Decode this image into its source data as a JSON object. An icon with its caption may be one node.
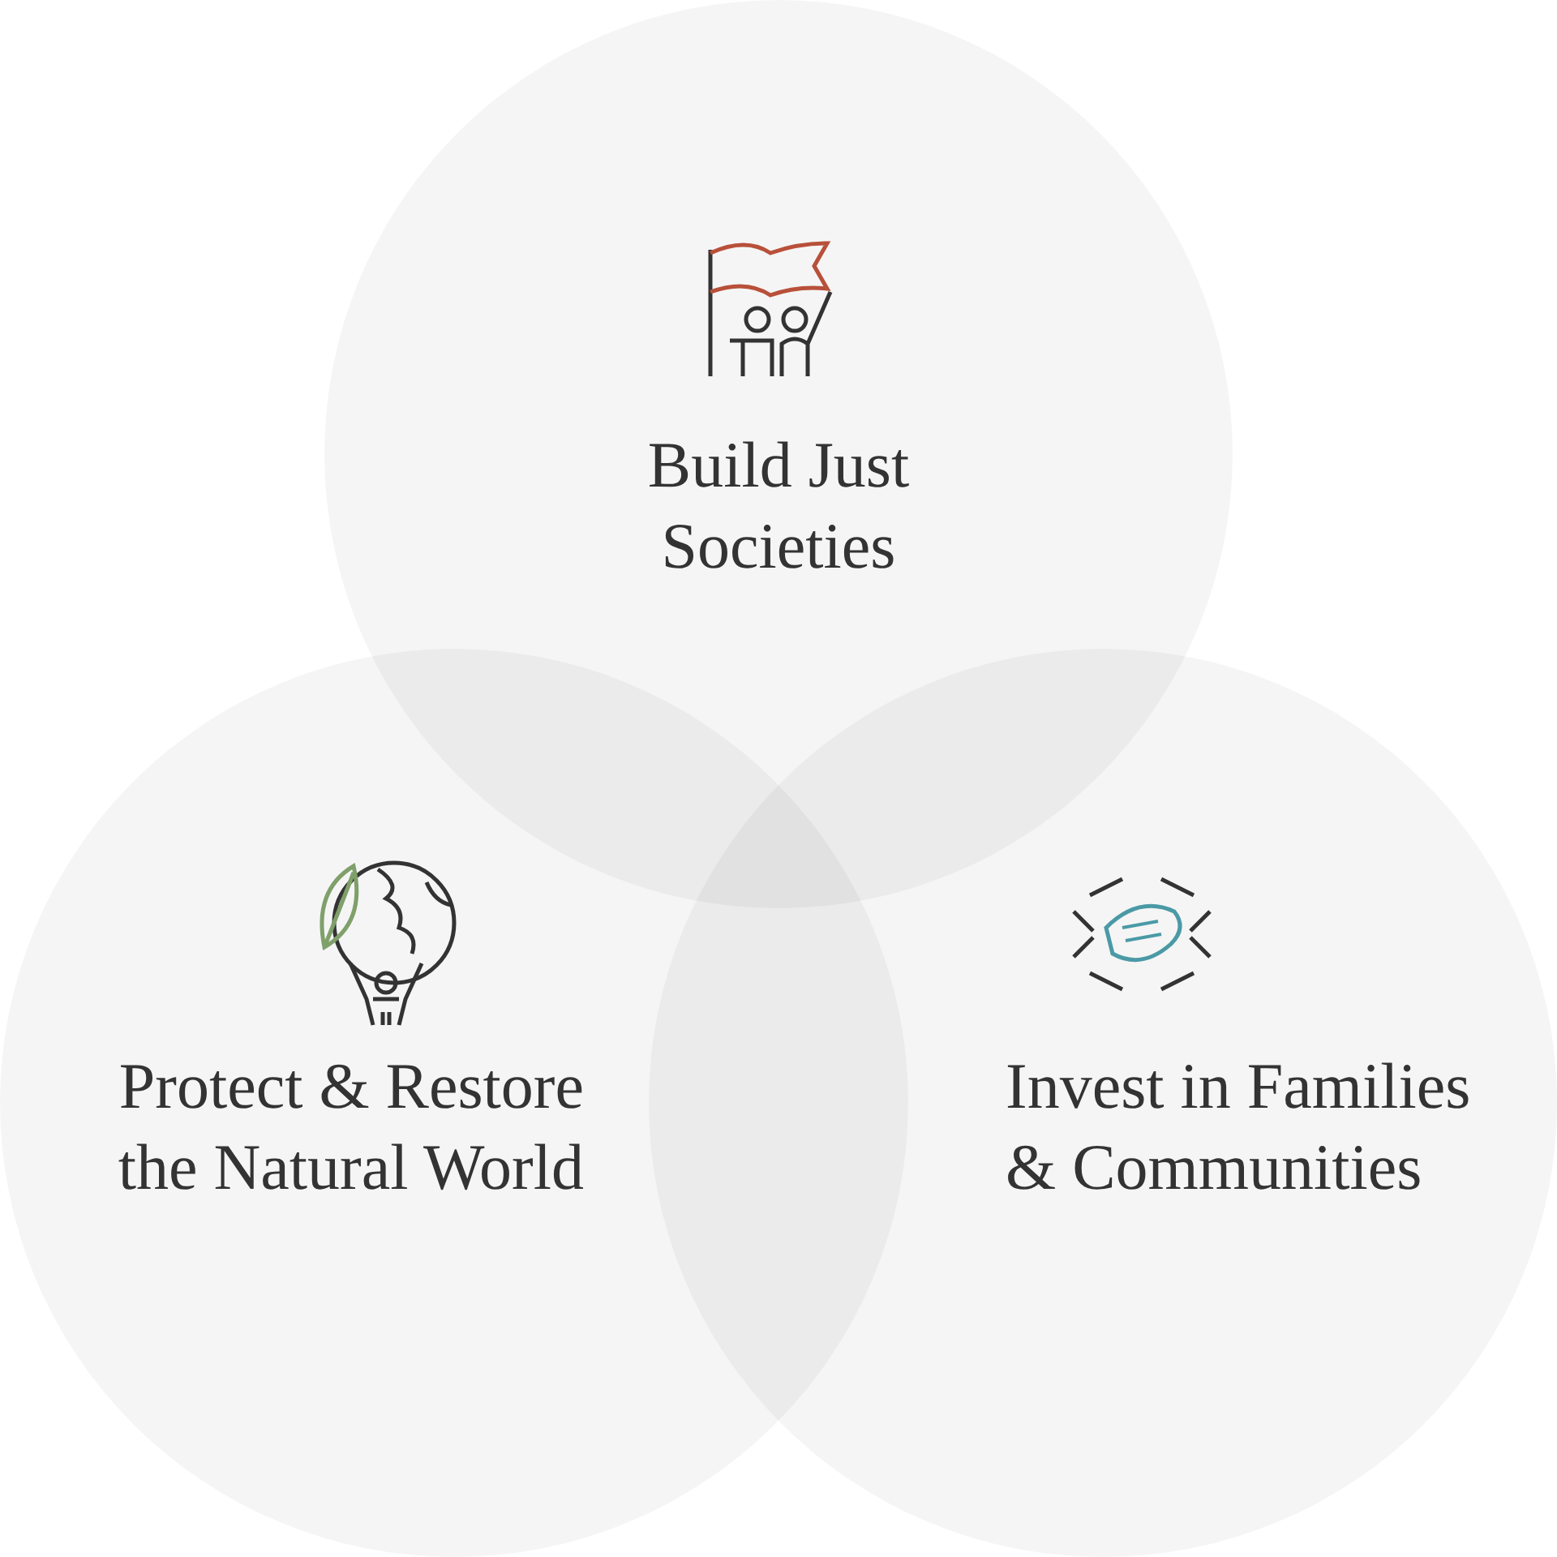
{
  "diagram": {
    "nodes": [
      {
        "text": [
          "Build Just Societies"
        ]
      },
      {
        "text": [
          "Protect & Restore the Natural World"
        ]
      },
      {
        "text": [
          "Invest in Families & Communities"
        ]
      }
    ]
  }
}
